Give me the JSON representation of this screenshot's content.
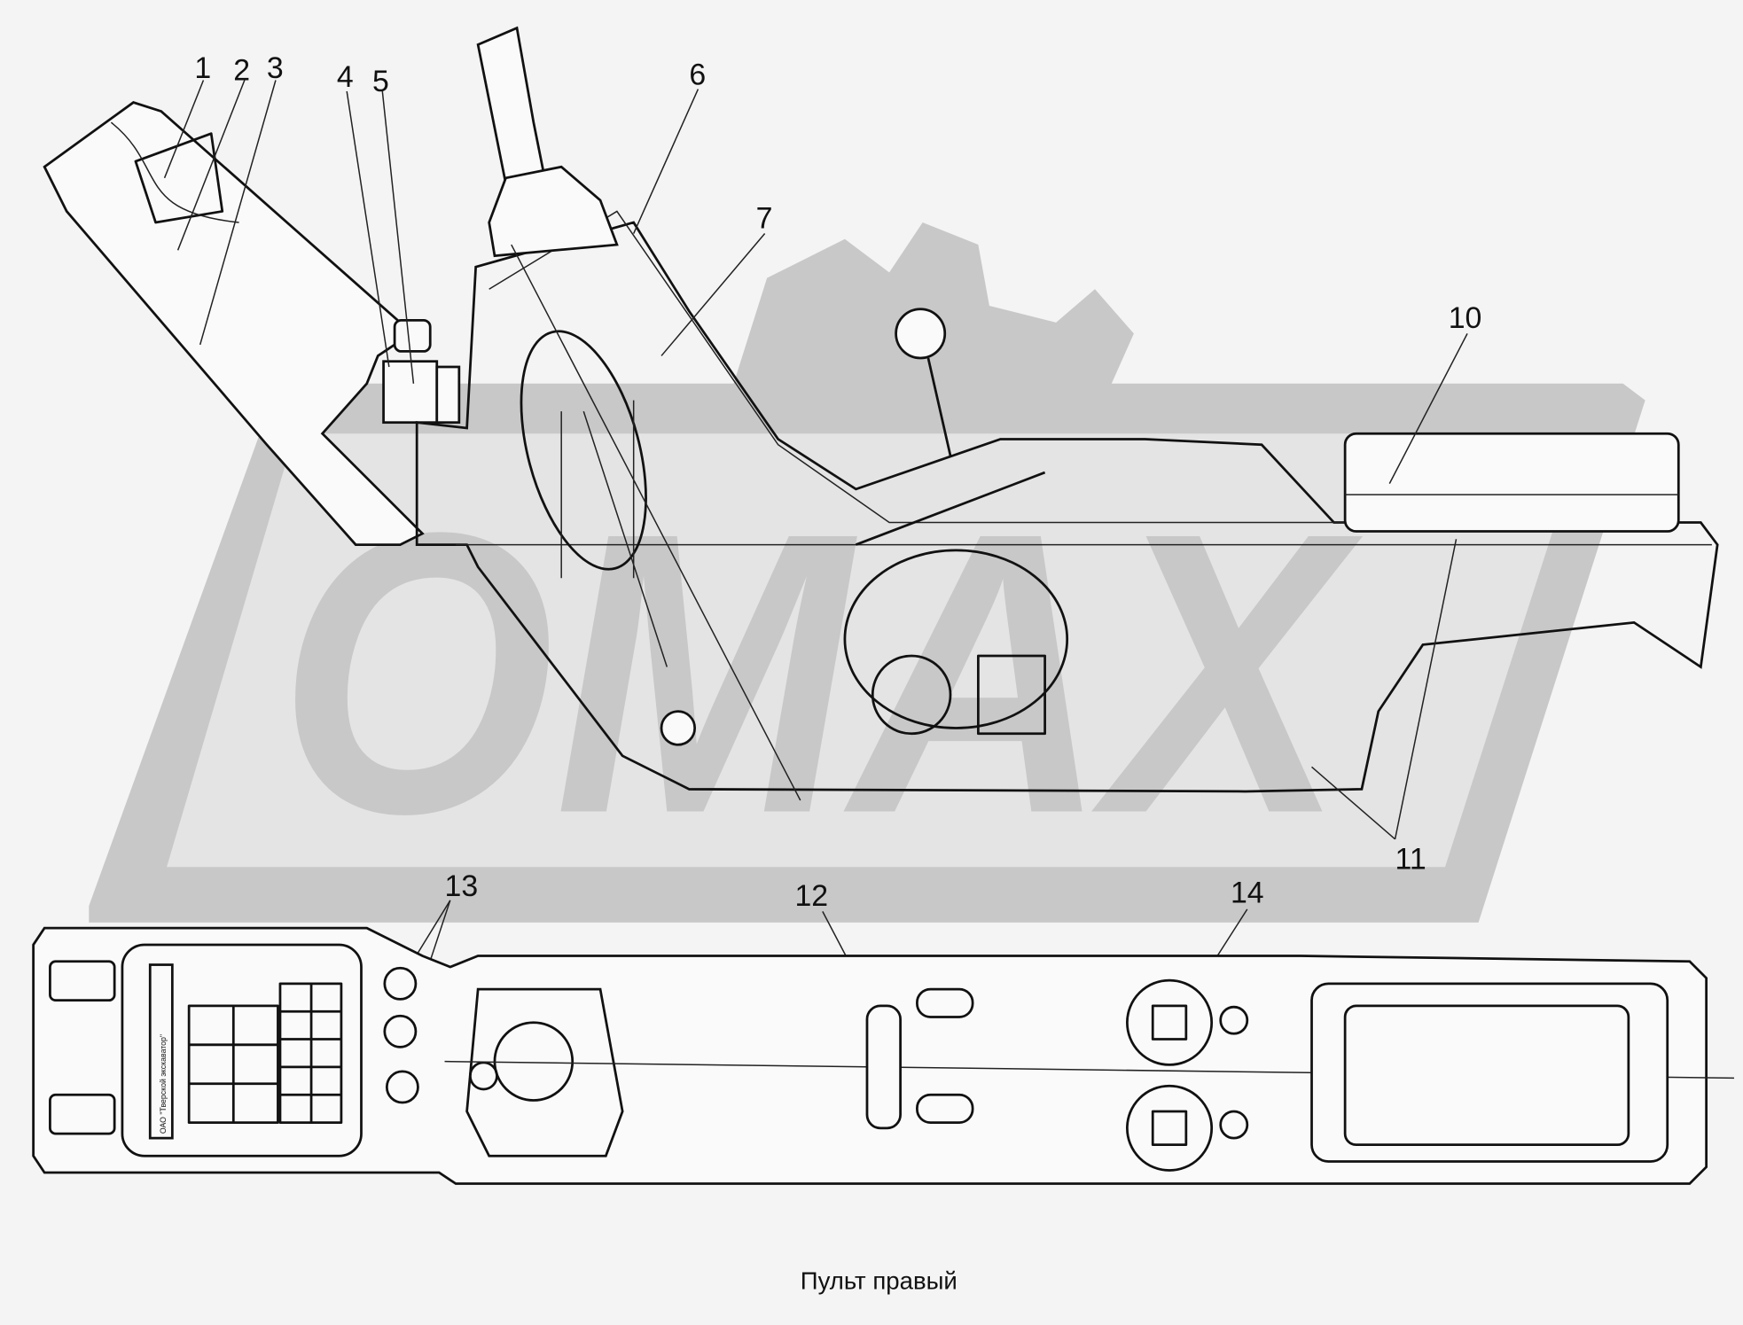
{
  "caption": "Пульт правый",
  "manufacturer_plate": "ОАО \"Тверской экскаватор\"",
  "watermark": "OMAX",
  "callouts": [
    "1",
    "2",
    "3",
    "4",
    "5",
    "6",
    "7",
    "10",
    "11",
    "12",
    "13",
    "14"
  ],
  "colors": {
    "watermark": "#c8c8c8",
    "line": "#111111",
    "background": "#f4f4f4"
  }
}
